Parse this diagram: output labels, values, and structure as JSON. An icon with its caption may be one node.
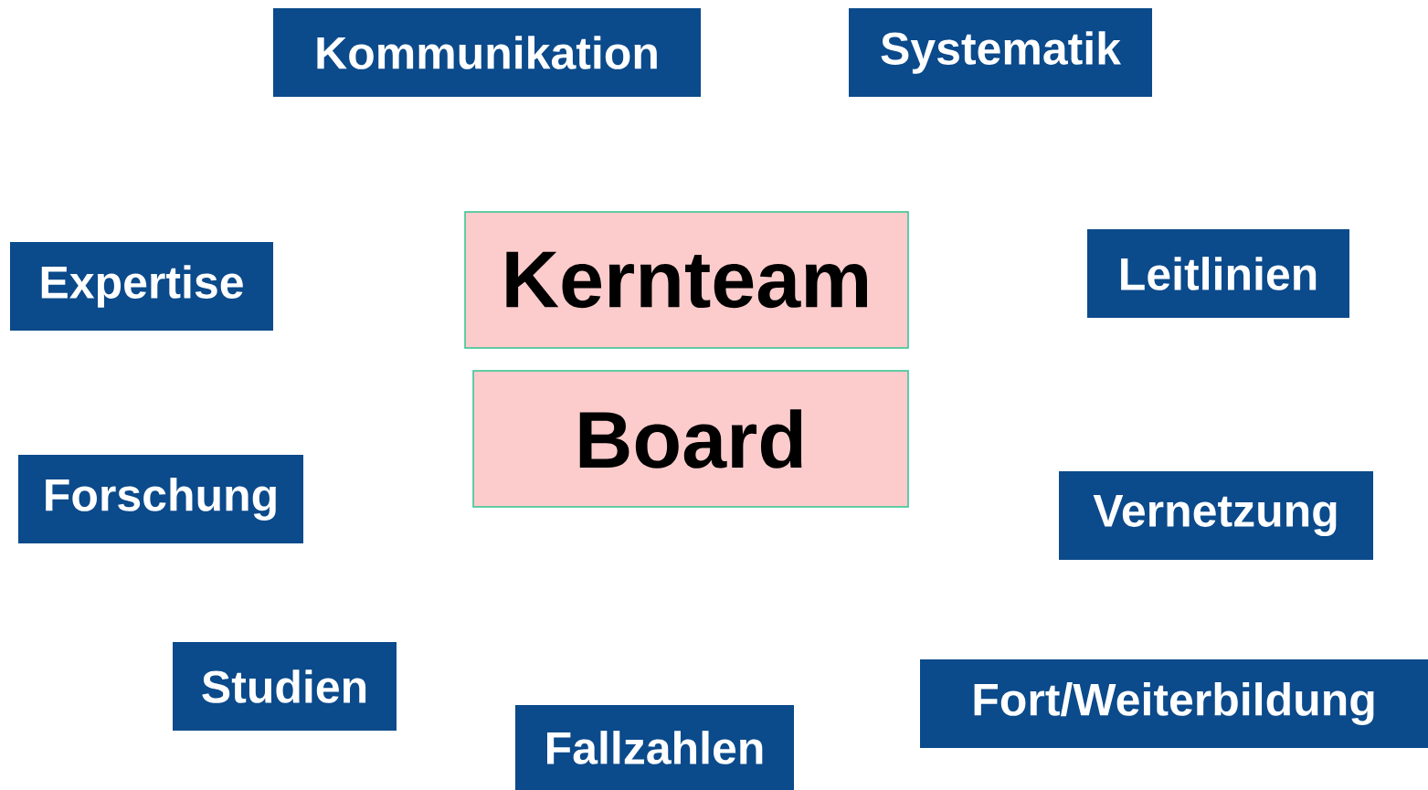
{
  "diagram": {
    "nodes": [
      {
        "text": [
          "Kommunikation"
        ]
      },
      {
        "text": [
          "Systematik"
        ]
      },
      {
        "text": [
          "Kernteam"
        ]
      },
      {
        "text": [
          "Leitlinien"
        ]
      },
      {
        "text": [
          "Expertise"
        ]
      },
      {
        "text": [
          "Board"
        ]
      },
      {
        "text": [
          "Forschung"
        ]
      },
      {
        "text": [
          "Vernetzung"
        ]
      },
      {
        "text": [
          "Studien"
        ]
      },
      {
        "text": [
          "Fort/Weiterbildung"
        ]
      },
      {
        "text": [
          "Fallzahlen"
        ]
      }
    ]
  }
}
